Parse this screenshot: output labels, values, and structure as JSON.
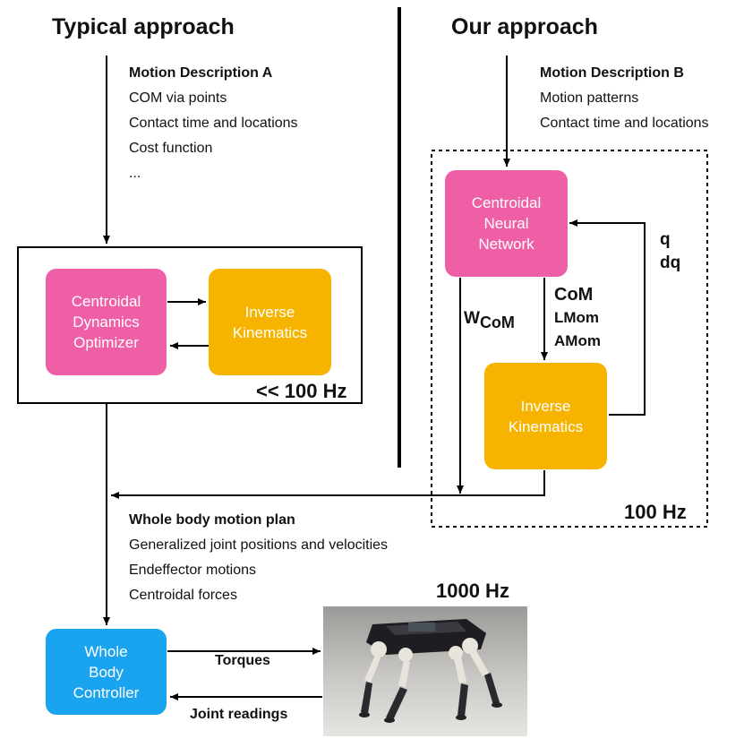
{
  "left": {
    "title": "Typical approach",
    "description_title": "Motion Description A",
    "description_items": [
      "COM via points",
      "Contact time and locations",
      "Cost function",
      "..."
    ],
    "box1_lines": [
      "Centroidal",
      "Dynamics",
      "Optimizer"
    ],
    "box2_lines": [
      "Inverse",
      "Kinematics"
    ],
    "rate": "<< 100 Hz"
  },
  "right": {
    "title": "Our approach",
    "description_title": "Motion Description B",
    "description_items": [
      "Motion patterns",
      "Contact time and locations"
    ],
    "box1_lines": [
      "Centroidal",
      "Neural",
      "Network"
    ],
    "box2_lines": [
      "Inverse",
      "Kinematics"
    ],
    "feedback_labels": [
      "q",
      "dq"
    ],
    "output_labels": [
      "CoM",
      "LMom",
      "AMom"
    ],
    "weight_label_main": "W",
    "weight_label_sub": "CoM",
    "rate": "100 Hz"
  },
  "plan": {
    "title": "Whole body motion plan",
    "items": [
      "Generalized joint positions and velocities",
      "Endeffector motions",
      "Centroidal forces"
    ]
  },
  "controller": {
    "box_lines": [
      "Whole",
      "Body",
      "Controller"
    ],
    "torques_label": "Torques",
    "readings_label": "Joint readings",
    "rate": "1000 Hz"
  },
  "colors": {
    "pink": "#ee5fa6",
    "orange": "#f6b400",
    "blue": "#1aa3ee",
    "line": "#000000"
  }
}
